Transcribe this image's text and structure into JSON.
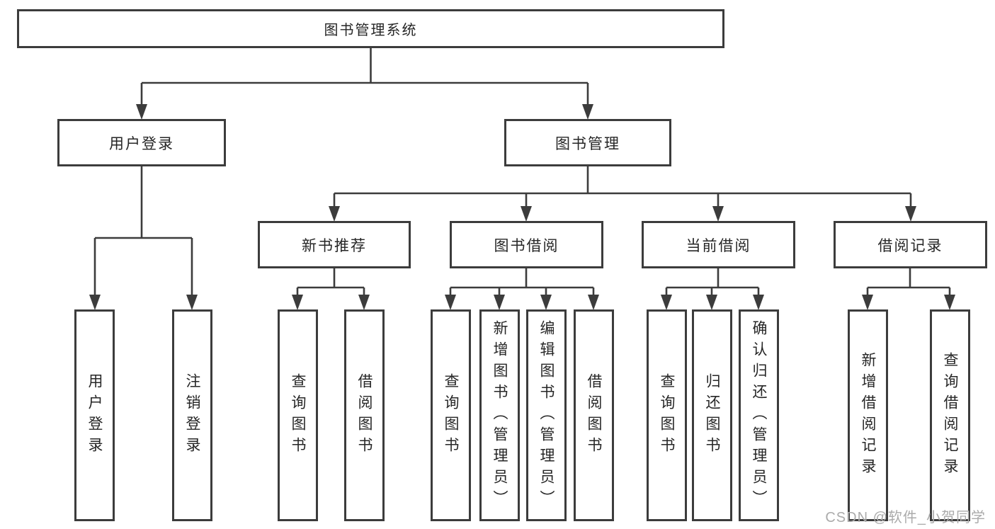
{
  "diagram": {
    "type": "hierarchy",
    "root": {
      "label": "图书管理系统"
    },
    "level2": [
      {
        "id": "user-login",
        "label": "用户登录",
        "parent": "图书管理系统"
      },
      {
        "id": "book-management",
        "label": "图书管理",
        "parent": "图书管理系统"
      }
    ],
    "level3": [
      {
        "id": "new-book-recommendation",
        "label": "新书推荐",
        "parent": "图书管理"
      },
      {
        "id": "book-borrowing",
        "label": "图书借阅",
        "parent": "图书管理"
      },
      {
        "id": "current-borrowing",
        "label": "当前借阅",
        "parent": "图书管理"
      },
      {
        "id": "borrowing-records",
        "label": "借阅记录",
        "parent": "图书管理"
      }
    ],
    "leaves": [
      {
        "label": "用户登录",
        "parent": "用户登录"
      },
      {
        "label": "注销登录",
        "parent": "用户登录"
      },
      {
        "label": "查询图书",
        "parent": "新书推荐"
      },
      {
        "label": "借阅图书",
        "parent": "新书推荐"
      },
      {
        "label": "查询图书",
        "parent": "图书借阅"
      },
      {
        "label": "新增图书（管理员）",
        "parent": "图书借阅"
      },
      {
        "label": "编辑图书（管理员）",
        "parent": "图书借阅"
      },
      {
        "label": "借阅图书",
        "parent": "图书借阅"
      },
      {
        "label": "查询图书",
        "parent": "当前借阅"
      },
      {
        "label": "归还图书",
        "parent": "当前借阅"
      },
      {
        "label": "确认归还（管理员）",
        "parent": "当前借阅"
      },
      {
        "label": "新增借阅记录",
        "parent": "借阅记录"
      },
      {
        "label": "查询借阅记录",
        "parent": "借阅记录"
      }
    ],
    "watermark": "CSDN @软件_小贺同学",
    "colors": {
      "line": "#3c3c3c",
      "text": "#262626",
      "background": "#ffffff",
      "watermark": "#ababab"
    }
  }
}
